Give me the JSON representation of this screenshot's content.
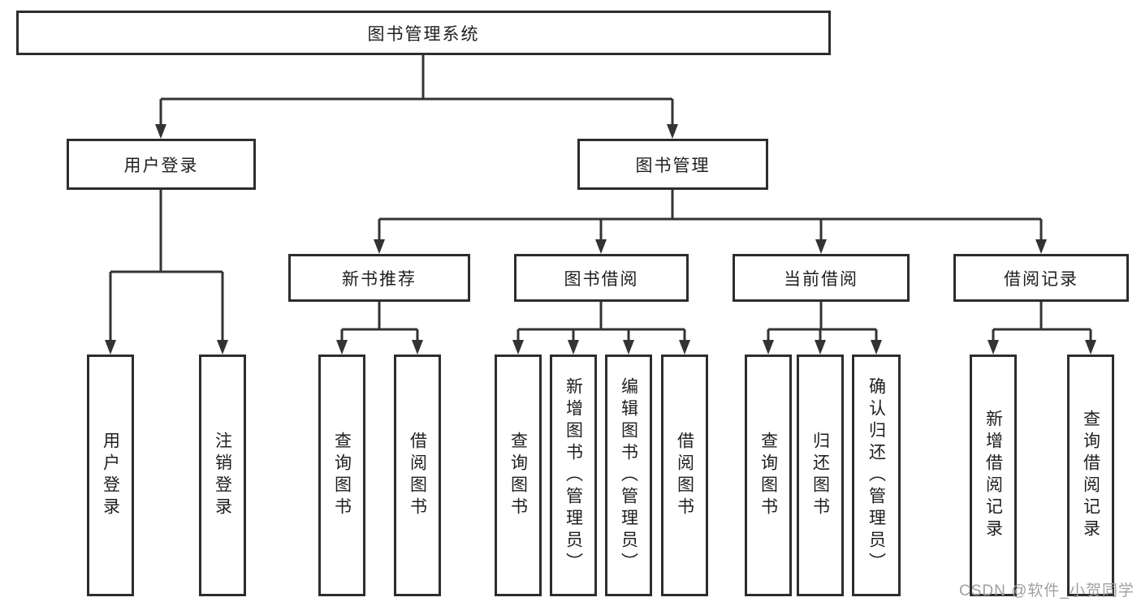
{
  "colors": {
    "background": "#ffffff",
    "line": "#333333",
    "box_border": "#2d2d2d",
    "text": "#1f1f1f",
    "watermark": "#a0a0a0"
  },
  "tree": {
    "label": "图书管理系统",
    "children": [
      {
        "label": "用户登录",
        "children": [
          {
            "label": "用户登录"
          },
          {
            "label": "注销登录"
          }
        ]
      },
      {
        "label": "图书管理",
        "children": [
          {
            "label": "新书推荐",
            "children": [
              {
                "label": "查询图书"
              },
              {
                "label": "借阅图书"
              }
            ]
          },
          {
            "label": "图书借阅",
            "children": [
              {
                "label": "查询图书"
              },
              {
                "label": "新增图书（管理员）"
              },
              {
                "label": "编辑图书（管理员）"
              },
              {
                "label": "借阅图书"
              }
            ]
          },
          {
            "label": "当前借阅",
            "children": [
              {
                "label": "查询图书"
              },
              {
                "label": "归还图书"
              },
              {
                "label": "确认归还（管理员）"
              }
            ]
          },
          {
            "label": "借阅记录",
            "children": [
              {
                "label": "新增借阅记录"
              },
              {
                "label": "查询借阅记录"
              }
            ]
          }
        ]
      }
    ]
  },
  "watermark": {
    "text": "CSDN @软件_小贺同学"
  }
}
